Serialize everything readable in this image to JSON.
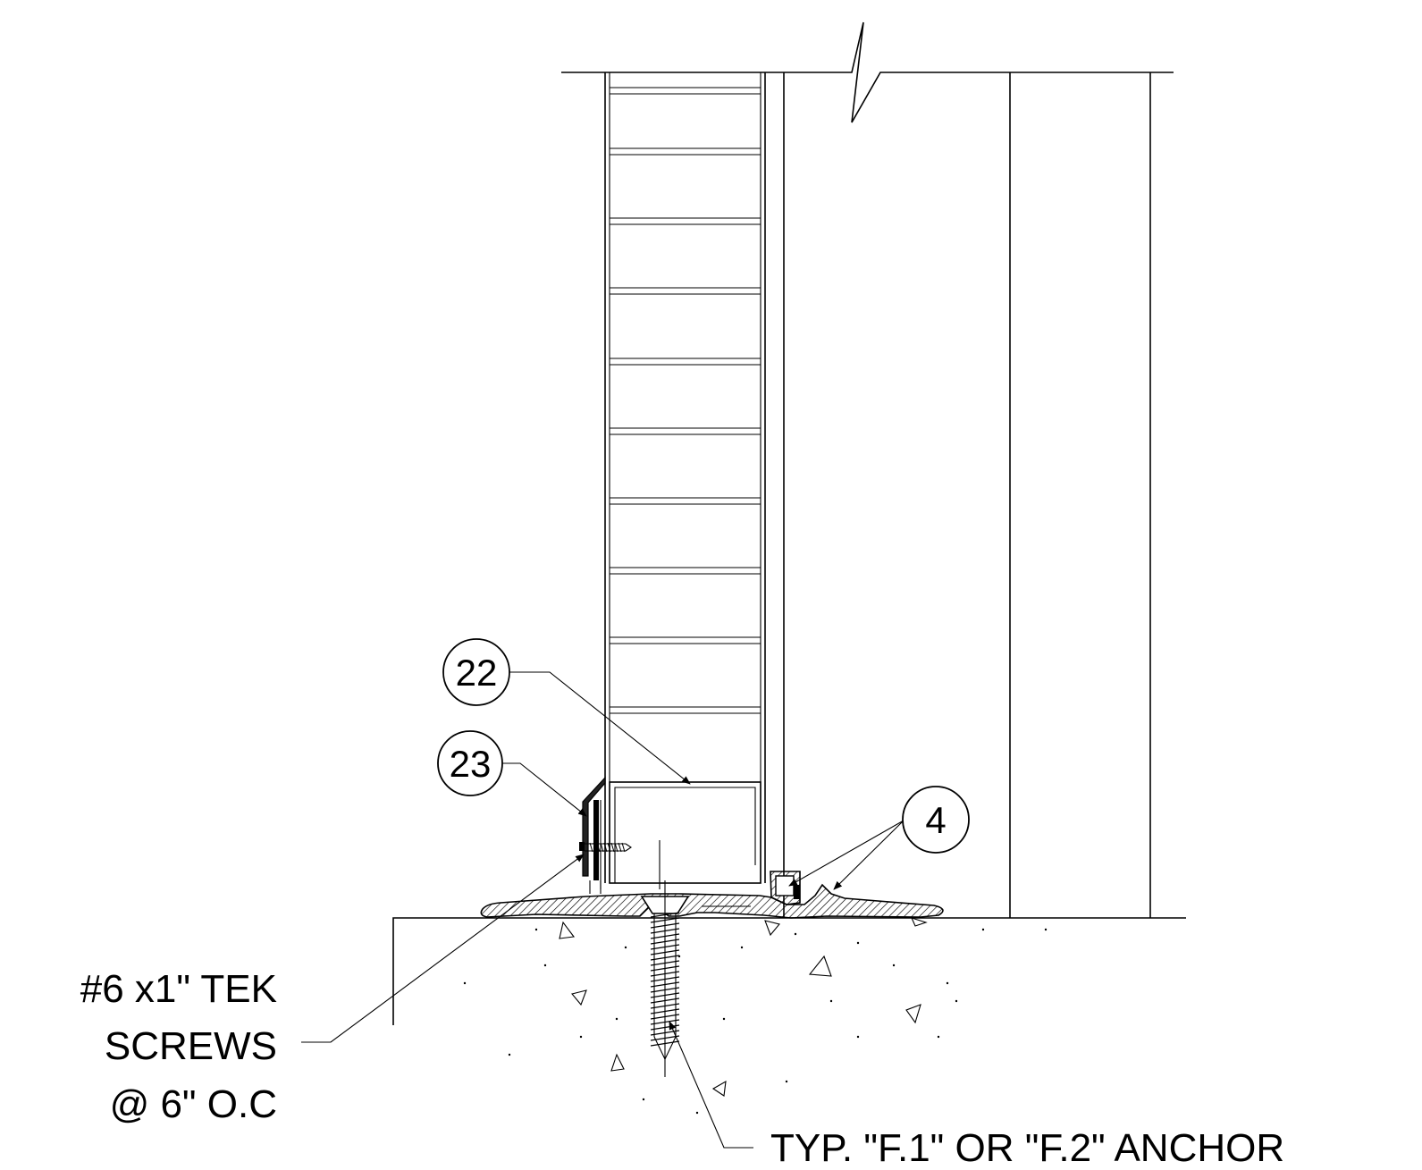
{
  "callouts": {
    "c22": "22",
    "c23": "23",
    "c4": "4"
  },
  "notes": {
    "tek_line1": "#6 x1\" TEK",
    "tek_line2": "SCREWS",
    "tek_line3": "@ 6\" O.C",
    "anchor": "TYP. \"F.1\" OR \"F.2\" ANCHOR"
  },
  "colors": {
    "line": "#000000",
    "background": "#ffffff"
  }
}
